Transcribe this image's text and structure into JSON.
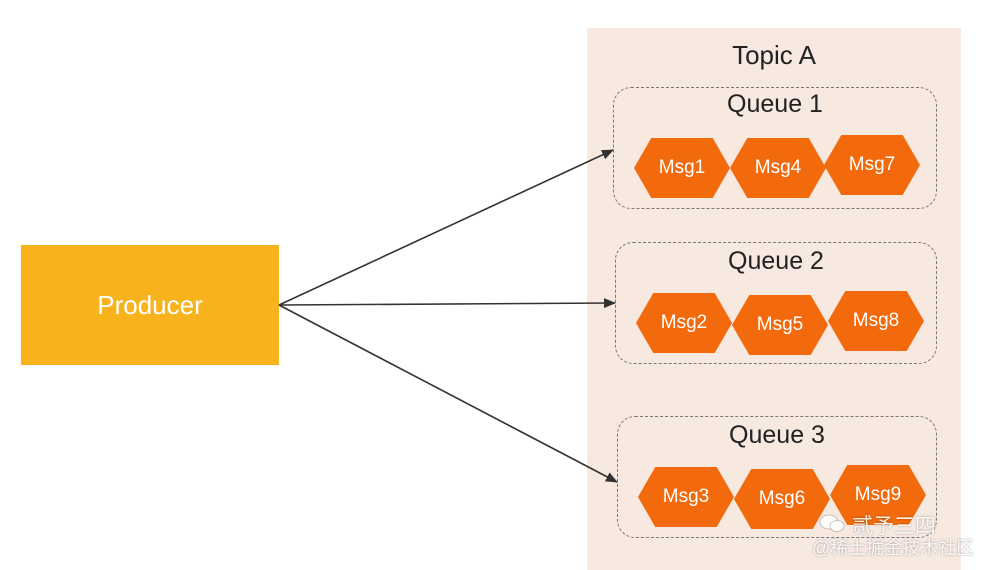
{
  "producer": {
    "label": "Producer"
  },
  "topic": {
    "title": "Topic A",
    "queues": [
      {
        "title": "Queue 1",
        "messages": [
          "Msg1",
          "Msg4",
          "Msg7"
        ]
      },
      {
        "title": "Queue 2",
        "messages": [
          "Msg2",
          "Msg5",
          "Msg8"
        ]
      },
      {
        "title": "Queue 3",
        "messages": [
          "Msg3",
          "Msg6",
          "Msg9"
        ]
      }
    ]
  },
  "watermark": {
    "name": "贰予三四",
    "site": "@稀土掘金技术社区"
  },
  "colors": {
    "producer": "#f8b21b",
    "message": "#f26a0c",
    "topic_background": "#f7e8e0",
    "arrow": "#333333"
  }
}
